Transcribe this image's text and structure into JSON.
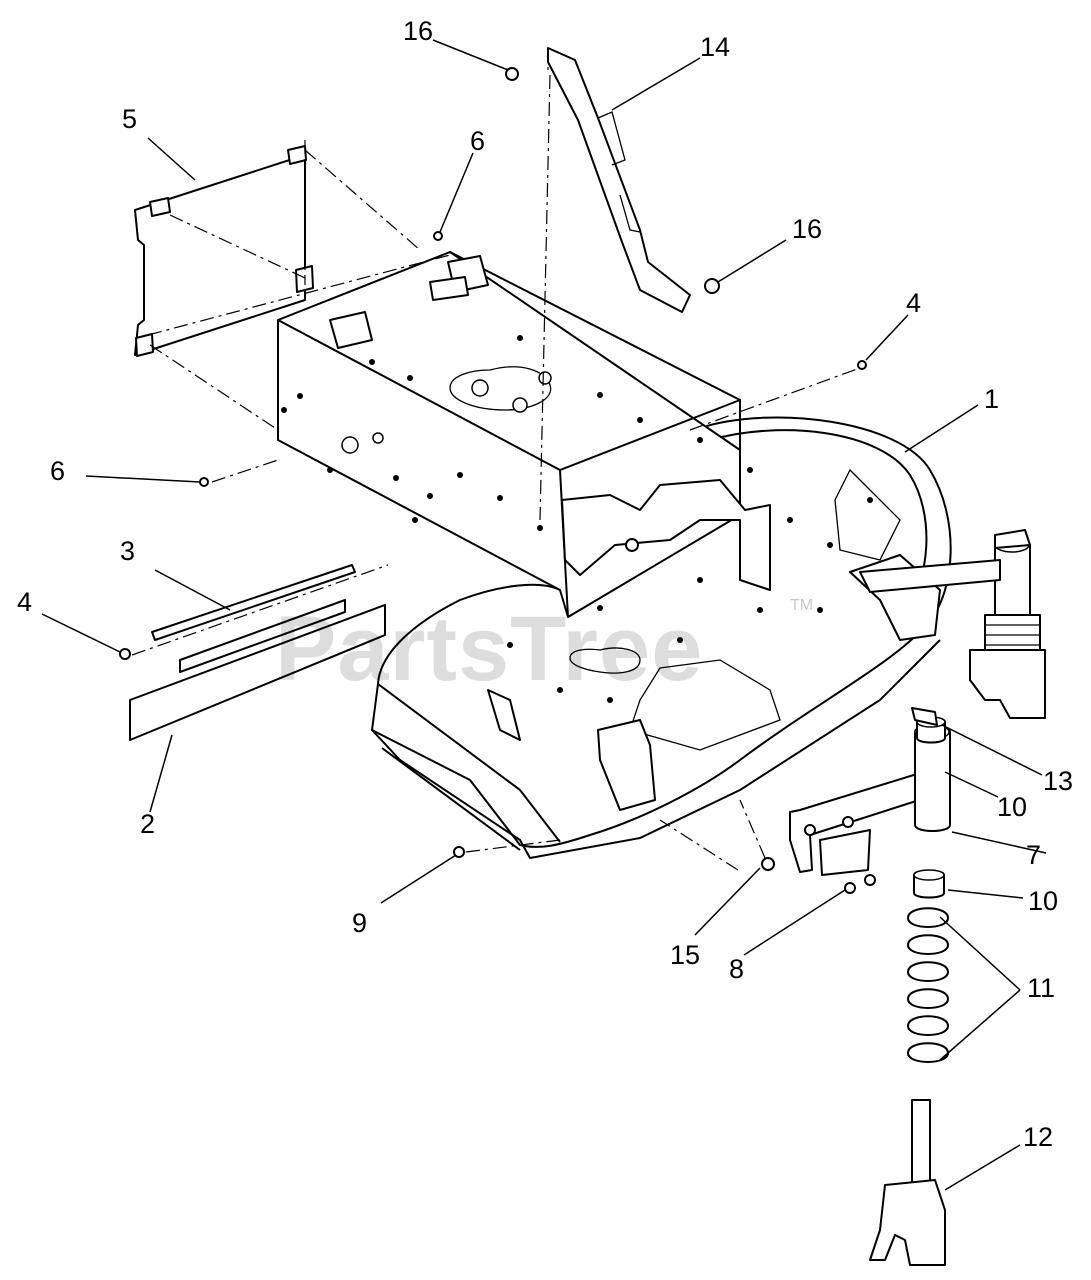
{
  "watermark": {
    "text": "PartsTree",
    "trademark": "TM"
  },
  "callouts": {
    "c1": "1",
    "c2": "2",
    "c3": "3",
    "c4a": "4",
    "c4b": "4",
    "c5": "5",
    "c6a": "6",
    "c6b": "6",
    "c7": "7",
    "c8": "8",
    "c9": "9",
    "c10a": "10",
    "c10b": "10",
    "c11": "11",
    "c12": "12",
    "c13": "13",
    "c14": "14",
    "c15": "15",
    "c16a": "16",
    "c16b": "16"
  }
}
